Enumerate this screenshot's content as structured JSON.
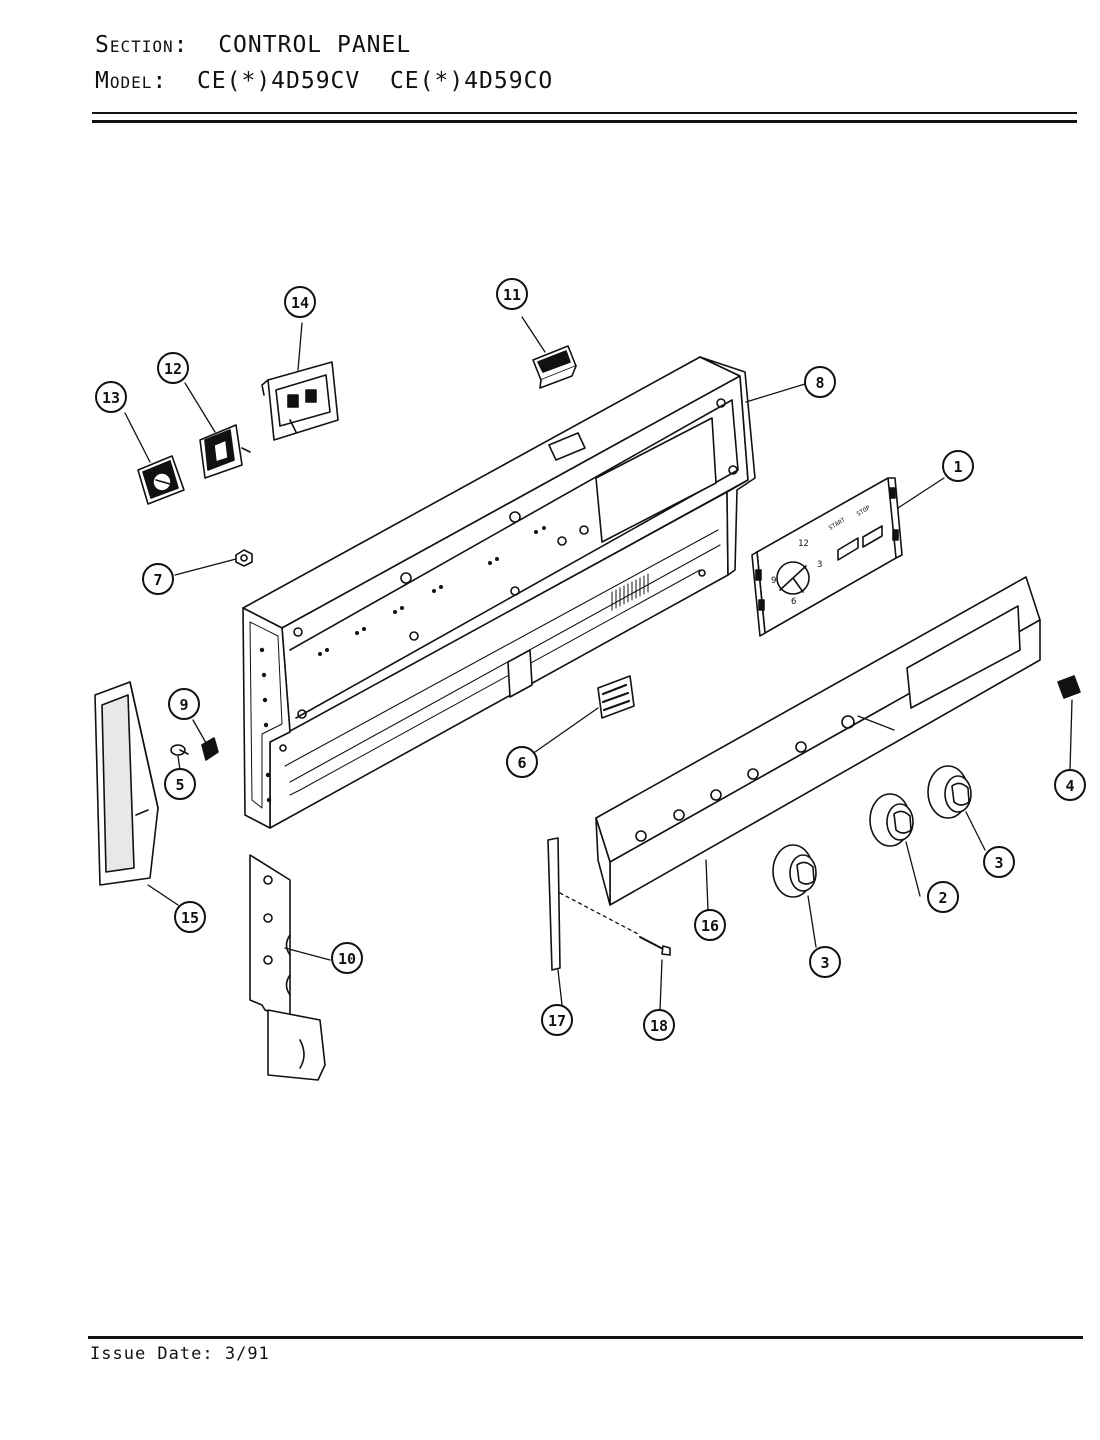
{
  "header": {
    "section_label": "Section:",
    "section_value": "CONTROL PANEL",
    "model_label": "Model:",
    "model_values": "CE(*)4D59CV  CE(*)4D59CO"
  },
  "footer": {
    "issue_label": "Issue Date:",
    "issue_value": "3/91"
  },
  "diagram": {
    "timer_labels": {
      "dial_12": "12",
      "dial_3": "3",
      "dial_6": "6",
      "dial_9": "9",
      "start": "START",
      "stop": "STOP"
    },
    "callouts": [
      "1",
      "2",
      "3",
      "3",
      "4",
      "5",
      "6",
      "7",
      "8",
      "9",
      "10",
      "11",
      "12",
      "13",
      "14",
      "15",
      "16",
      "17",
      "18"
    ]
  }
}
